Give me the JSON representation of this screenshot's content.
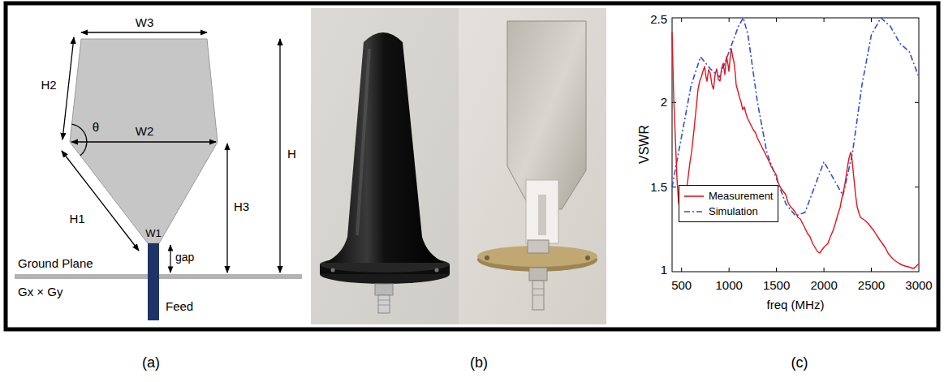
{
  "diagram": {
    "labels": [
      "W3",
      "H2",
      "θ",
      "W2",
      "H",
      "H1",
      "W1",
      "H3",
      "gap",
      "Ground Plane",
      "Gx × Gy",
      "Feed",
      "VSWR",
      "2.5",
      "2",
      "1.5",
      "1",
      "500",
      "1000",
      "1500",
      "2000",
      "2500",
      "3000",
      "freq (MHz)",
      "(a)",
      "(b)",
      "(c)"
    ],
    "legend": [
      {
        "text": "Measurement"
      },
      {
        "text": "Simulation"
      }
    ]
  }
}
